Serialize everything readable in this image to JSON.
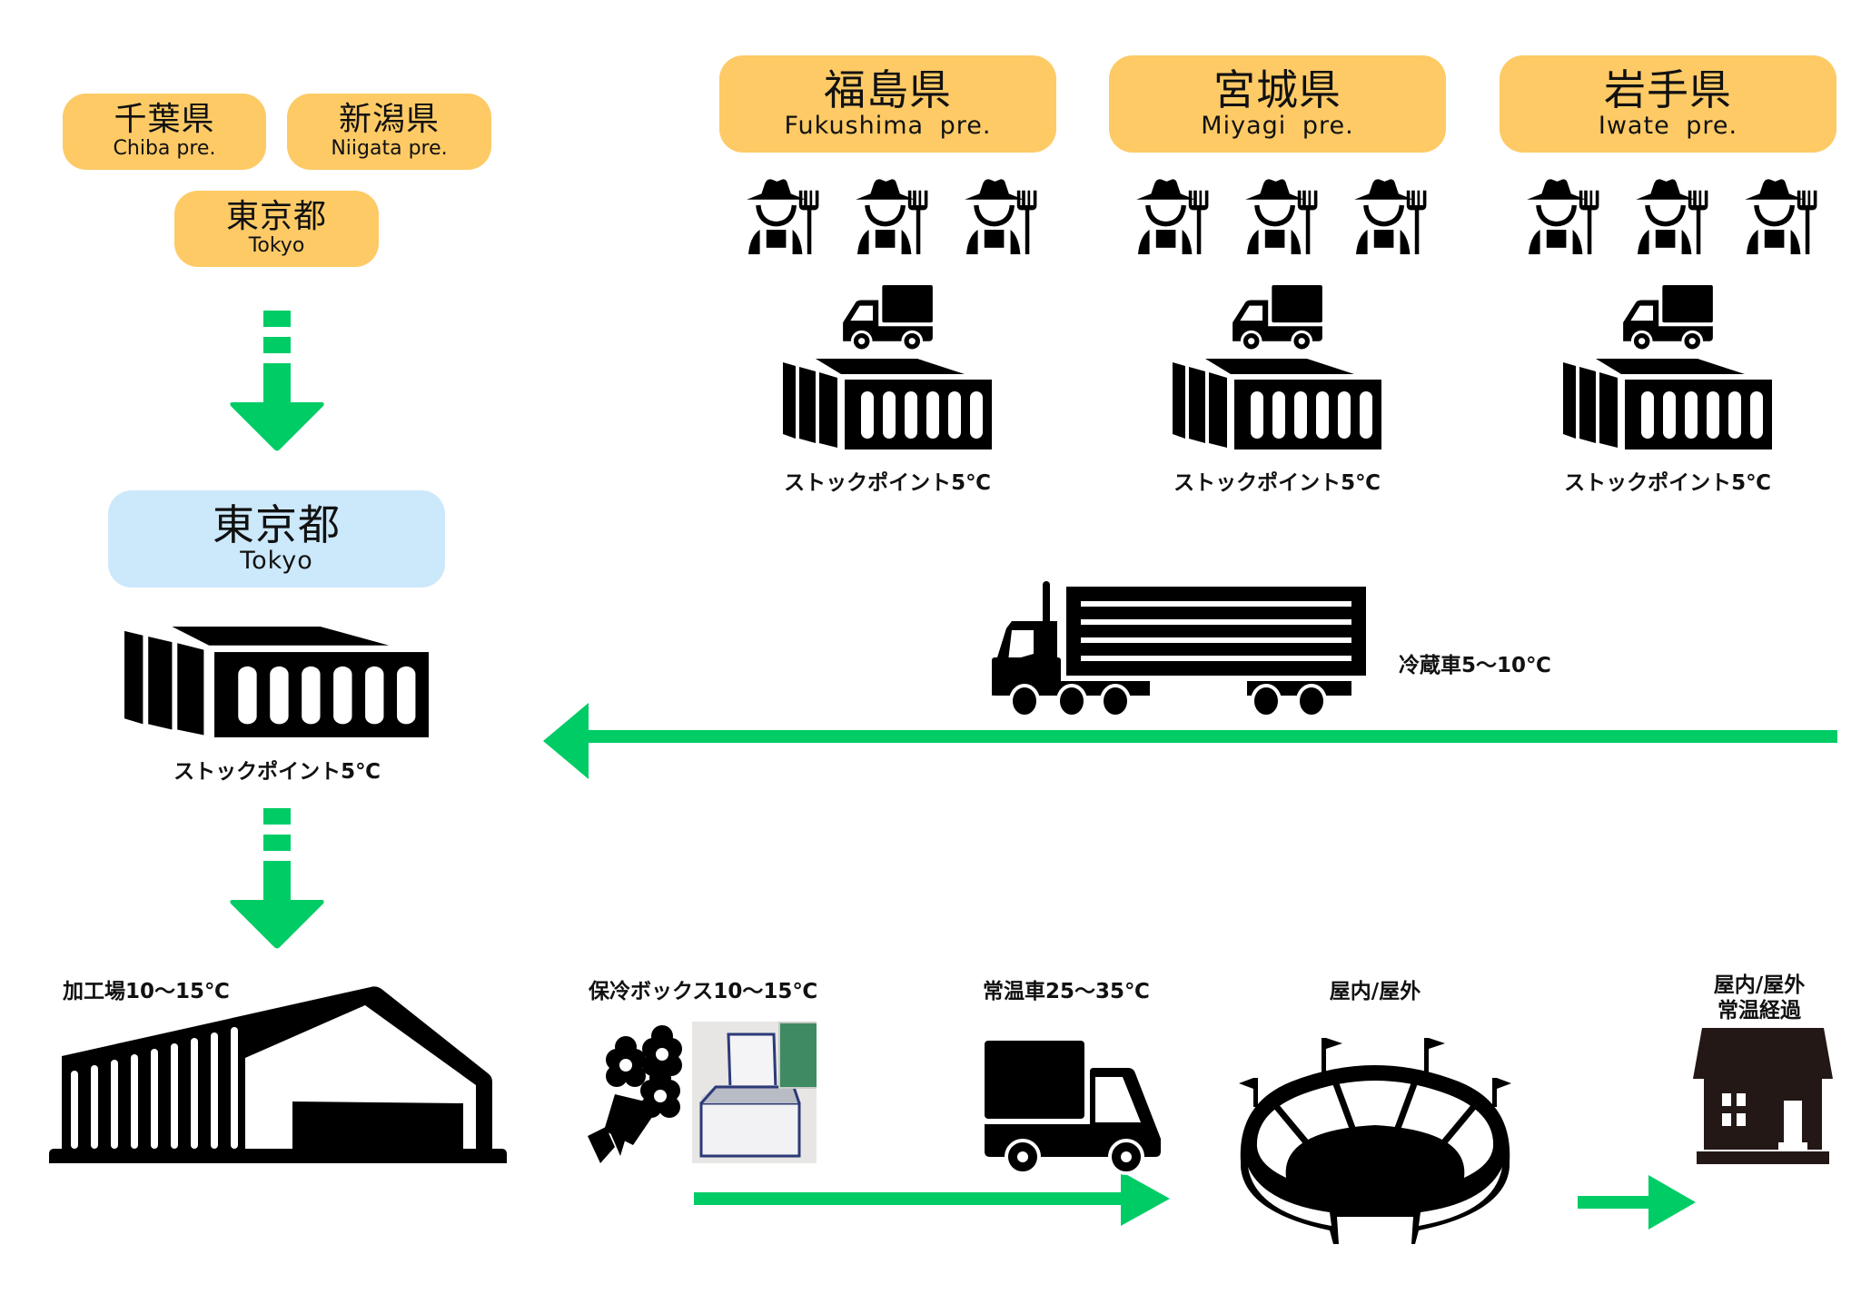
{
  "title": "Cold chain flow diagram",
  "colors": {
    "region_box_orange": "#fdca66",
    "region_box_blue": "#cce8fb",
    "arrow_green": "#00cc66",
    "icon_black": "#000000",
    "house_dark": "#231815"
  },
  "source_regions_left": [
    {
      "jp": "千葉県",
      "en": "Chiba pre."
    },
    {
      "jp": "新潟県",
      "en": "Niigata pre."
    },
    {
      "jp": "東京都",
      "en": "Tokyo"
    }
  ],
  "source_regions_right": [
    {
      "jp": "福島県",
      "en": "Fukushima  pre.",
      "farmers": 3,
      "stock_label": "ストックポイント5℃"
    },
    {
      "jp": "宮城県",
      "en": "Miyagi  pre.",
      "farmers": 3,
      "stock_label": "ストックポイント5℃"
    },
    {
      "jp": "岩手県",
      "en": "Iwate  pre.",
      "farmers": 3,
      "stock_label": "ストックポイント5℃"
    }
  ],
  "hub": {
    "jp": "東京都",
    "en": "Tokyo",
    "stock_label": "ストックポイント5℃"
  },
  "refrigerated_truck": {
    "label": "冷蔵車5〜10℃"
  },
  "stages": [
    {
      "label": "加工場10〜15℃"
    },
    {
      "label": "保冷ボックス10〜15℃"
    },
    {
      "label": "常温車25〜35℃"
    },
    {
      "label": "屋内/屋外"
    },
    {
      "label_line1": "屋内/屋外",
      "label_line2": "常温経過"
    }
  ],
  "icons": {
    "farmer": "farmer-icon",
    "small_truck": "truck-icon",
    "container": "shipping-container-icon",
    "semi_truck": "refrigerated-semi-truck-icon",
    "warehouse": "warehouse-icon",
    "bouquet": "flower-bouquet-icon",
    "cooler_box": "cooler-box-photo",
    "delivery_truck": "delivery-truck-icon",
    "stadium": "stadium-icon",
    "house": "house-icon"
  }
}
